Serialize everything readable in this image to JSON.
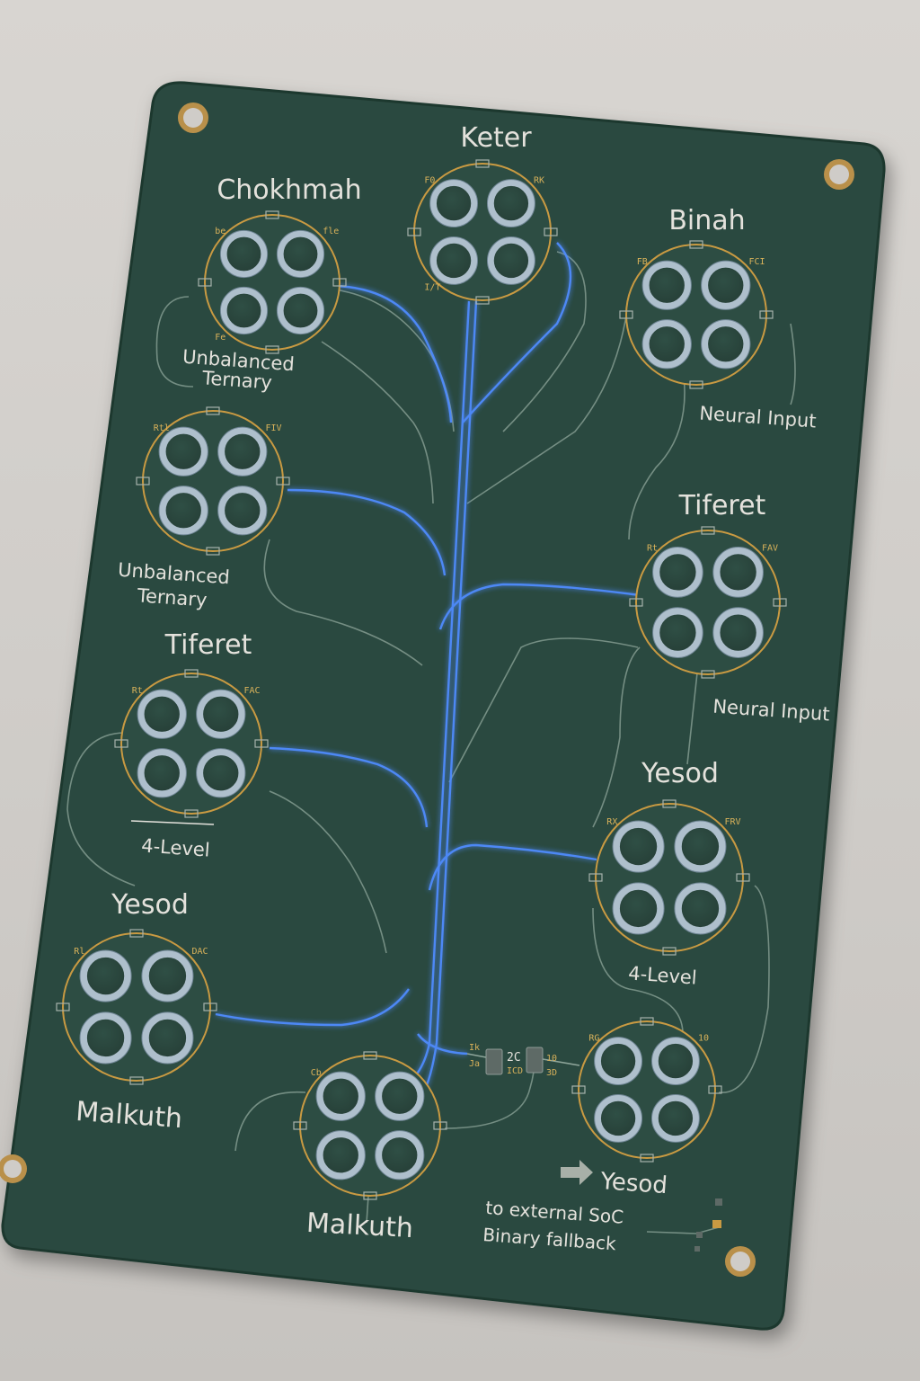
{
  "board": {
    "colors": {
      "background": "#d3d0cc",
      "pcb": "#2b4a40",
      "pcb_edge": "#1f372f",
      "gold": "#c99a42",
      "ring": "#aebfcc",
      "trace_glow": "#4f8cff",
      "silkscreen": "#e4e2dc"
    }
  },
  "nodes": [
    {
      "name": "Keter",
      "pins": [
        "F0",
        "RK",
        "I/T"
      ],
      "caption": ""
    },
    {
      "name": "Chokhmah",
      "pins": [
        "be",
        "fle",
        "Fe"
      ],
      "caption": "Unbalanced\nTernary"
    },
    {
      "name": "Binah",
      "pins": [
        "FB",
        "FCI"
      ],
      "caption": "Neural Input"
    },
    {
      "name": "",
      "pins": [
        "Rtl",
        "FIV"
      ],
      "caption": "Unbalanced\nTernary"
    },
    {
      "name": "Tiferet",
      "pins": [
        "Rt",
        "FAV"
      ],
      "caption": "Neural Input"
    },
    {
      "name": "Tiferet",
      "pins": [
        "Rt",
        "FAC"
      ],
      "caption": "4-Level"
    },
    {
      "name": "Yesod",
      "pins": [
        "RX",
        "FRV"
      ],
      "caption": "4-Level"
    },
    {
      "name": "Yesod",
      "pins": [
        "Rl",
        "DAC"
      ],
      "caption": "Malkuth"
    },
    {
      "name": "Malkuth",
      "pins": [
        "Cb"
      ],
      "caption": ""
    },
    {
      "name": "",
      "pins": [
        "RG",
        "10"
      ],
      "caption": ""
    }
  ],
  "components": {
    "left_marks": [
      "Ik",
      "Ja"
    ],
    "center_marks": [
      "2C",
      "ICD"
    ],
    "right_marks": [
      "10",
      "3D"
    ]
  },
  "output": {
    "arrow_label": "Yesod",
    "line1": "to external SoC",
    "line2": "Binary fallback"
  }
}
